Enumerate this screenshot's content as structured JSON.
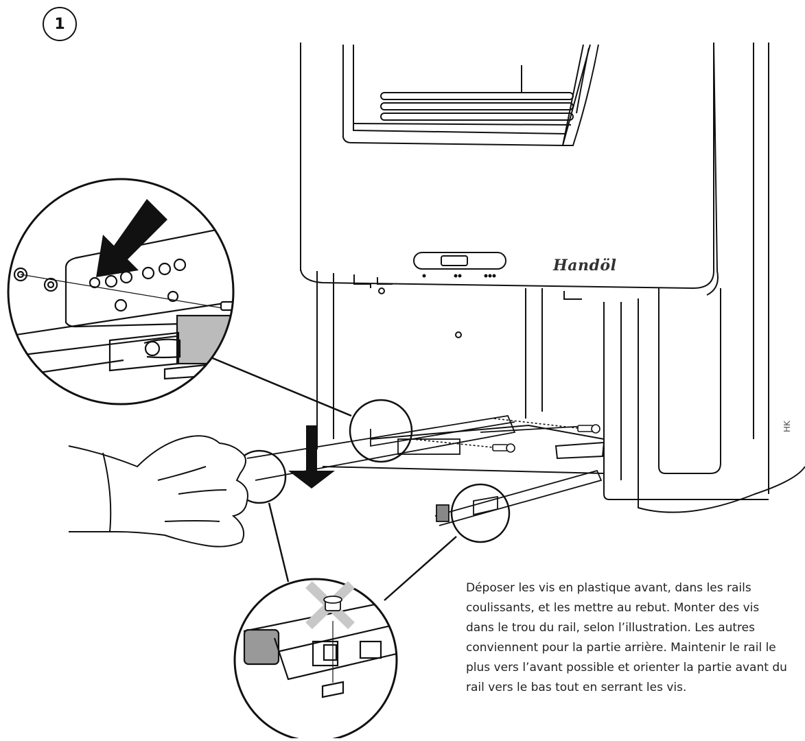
{
  "figure": {
    "step_number": "1",
    "brand": "Handöl",
    "corner_mark": "HK",
    "instruction": "Déposer les vis en plastique avant, dans les rails\ncoulissants, et les mettre au rebut. Monter des vis\ndans le trou du rail, selon l’illustration. Les autres\nconviennent pour la partie arrière. Maintenir le rail le\nplus vers l’avant possible et orienter la partie avant du\nrail vers le bas tout en serrant les vis."
  },
  "colors": {
    "line": "#111111",
    "cross_mark": "#c8c8c8",
    "arrow": "#111111"
  },
  "icons": [
    "arrow-down-icon",
    "arrow-diagonal-icon",
    "cross-mark-icon",
    "screw-icon"
  ]
}
